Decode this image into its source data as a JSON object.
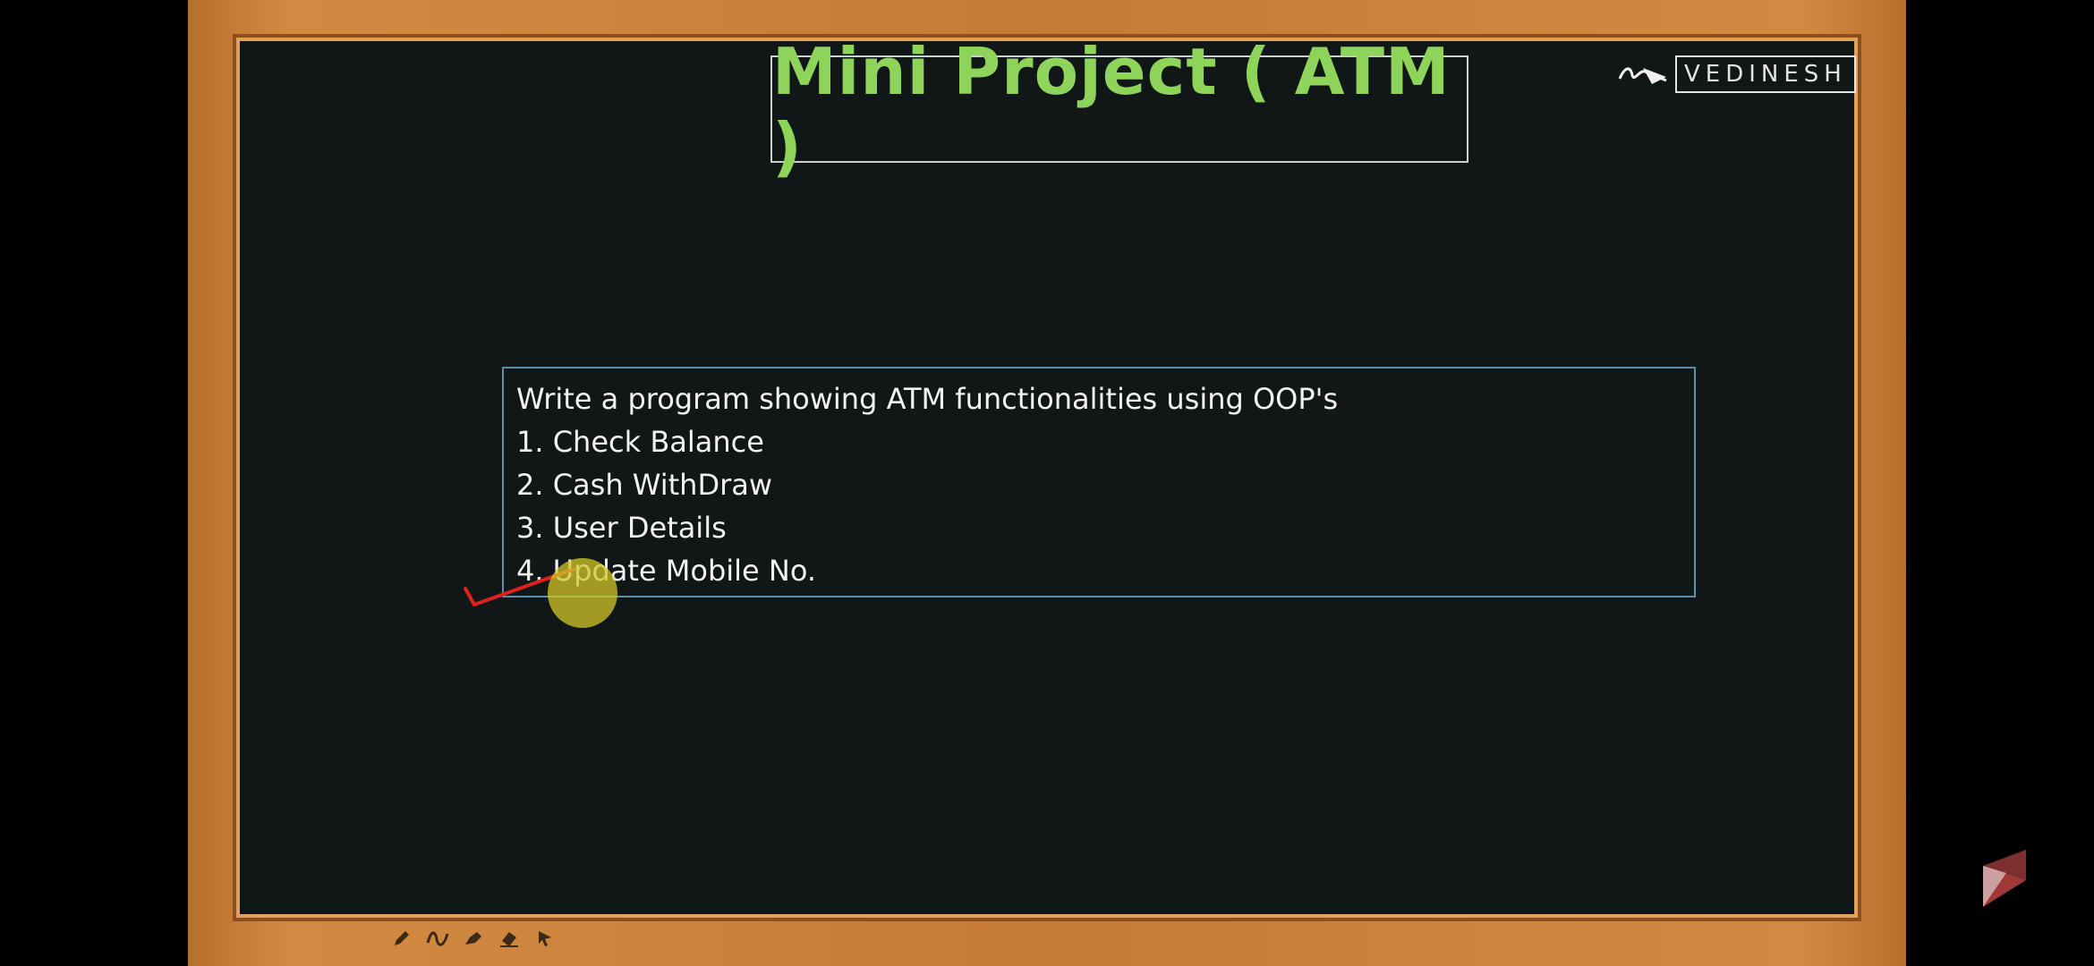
{
  "slide": {
    "title": "Mini Project ( ATM )",
    "logo_text": "VEDINESH",
    "task_lines": [
      "Write a program showing ATM  functionalities using OOP's",
      "1. Check Balance",
      "2. Cash WithDraw",
      "3. User Details",
      "4. Update Mobile No."
    ]
  },
  "toolbar": {
    "icons": [
      "pen-icon",
      "curve-icon",
      "highlighter-icon",
      "eraser-icon",
      "pointer-icon"
    ]
  },
  "colors": {
    "board": "#101716",
    "frame": "#c47b36",
    "title": "#8ed35a",
    "annotation": "#e02020",
    "pointer": "#d2c828"
  }
}
